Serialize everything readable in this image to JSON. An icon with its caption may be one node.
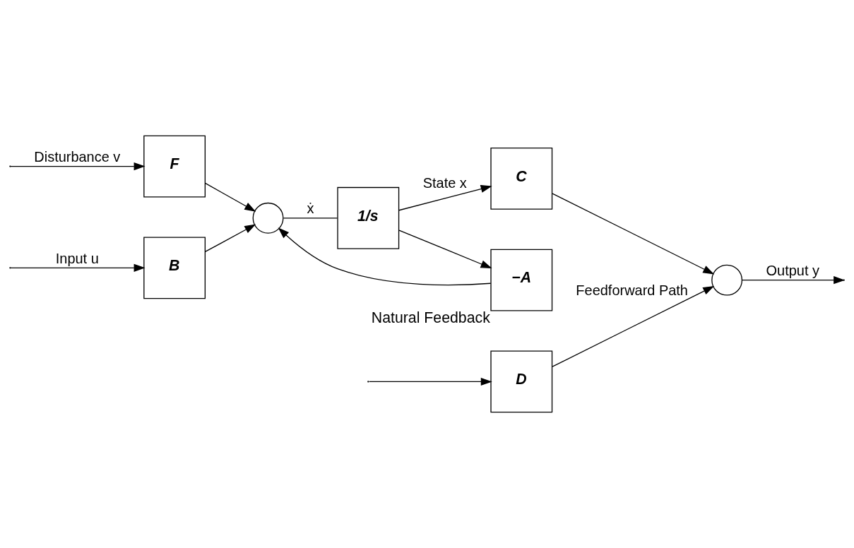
{
  "diagram": {
    "nodes": [
      {
        "text": [
          "D"
        ]
      },
      {
        "text": [
          "F"
        ]
      },
      {
        "text": [
          "B"
        ]
      },
      {
        "text": [],
        "shape": "circle"
      },
      {
        "text": [
          "1/s"
        ]
      },
      {
        "text": [
          "C"
        ]
      },
      {
        "text": [],
        "shape": "circle"
      },
      {
        "text": [
          "−A"
        ],
        "beside": [
          "Natural Feedback"
        ]
      }
    ],
    "edges": [
      {
        "from": null,
        "to": 2,
        "arrow": "to",
        "label": "Input u"
      },
      {
        "from": null,
        "to": 0,
        "arrow": "to"
      },
      {
        "from": 0,
        "to": 6,
        "arrow": "to",
        "label": "Feedforward Path"
      },
      {
        "from": null,
        "to": 1,
        "arrow": "to",
        "label": "Disturbance v"
      },
      {
        "from": 2,
        "to": 3,
        "arrow": "to"
      },
      {
        "from": 1,
        "to": 3,
        "arrow": "to"
      },
      {
        "from": 3,
        "to": 4,
        "arrow": "none",
        "label": "ẋ"
      },
      {
        "from": 4,
        "to": 5,
        "arrow": "to",
        "label": "State x"
      },
      {
        "from": 4,
        "to": 7,
        "arrow": "to"
      },
      {
        "from": 7,
        "to": 3,
        "arrow": "to"
      },
      {
        "from": 5,
        "to": 6,
        "arrow": "to"
      },
      {
        "from": 6,
        "to": null,
        "arrow": "to",
        "label": "Output y"
      }
    ]
  }
}
